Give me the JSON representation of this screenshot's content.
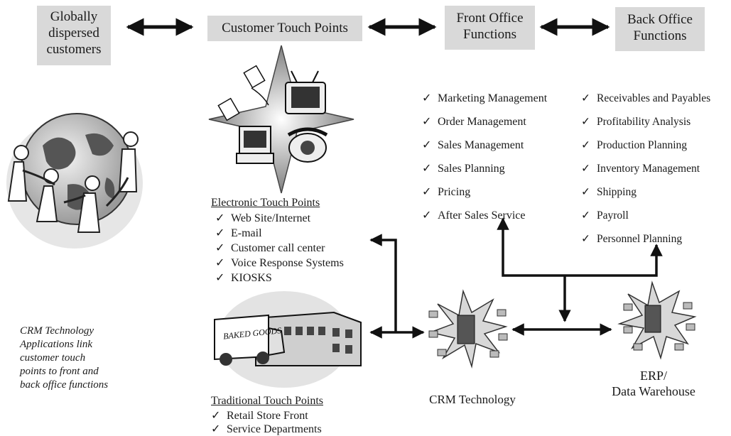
{
  "boxes": {
    "customers": "Globally dispersed customers",
    "touch_points": "Customer Touch Points",
    "front_office": "Front Office Functions",
    "back_office": "Back Office Functions"
  },
  "check_glyph": "✓",
  "electronic": {
    "heading": "Electronic Touch Points",
    "items": [
      "Web Site/Internet",
      "E-mail",
      "Customer call center",
      "Voice Response Systems",
      "KIOSKS"
    ]
  },
  "traditional": {
    "heading": "Traditional Touch Points",
    "items": [
      "Retail Store Front",
      "Service Departments"
    ]
  },
  "front_list": [
    "Marketing Management",
    "Order Management",
    "Sales Management",
    "Sales Planning",
    "Pricing",
    "After Sales Service"
  ],
  "back_list": [
    "Receivables and Payables",
    "Profitability Analysis",
    "Production Planning",
    "Inventory Management",
    "Shipping",
    "Payroll",
    "Personnel Planning"
  ],
  "truck_sign": "BAKED GOODS",
  "crm_label": "CRM Technology",
  "erp_label_line1": "ERP/",
  "erp_label_line2": "Data Warehouse",
  "note": "CRM Technology Applications link customer touch points to front and back office functions",
  "colors": {
    "box": "#d9d9d9",
    "ink": "#111111",
    "illustration": "#8a8a8a"
  }
}
